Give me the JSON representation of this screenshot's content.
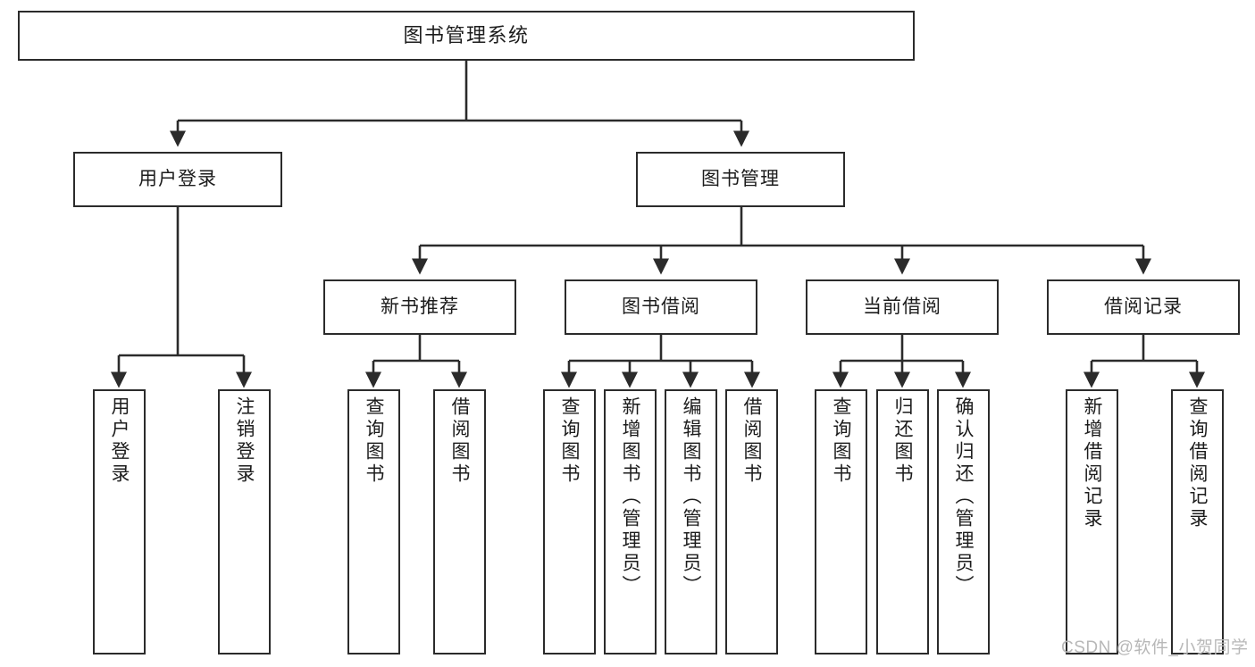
{
  "diagram": {
    "title": "图书管理系统",
    "type": "tree-hierarchy-chart",
    "stroke_color": "#2b2b2b",
    "fill_color": "#ffffff",
    "text_color": "#1c1c1c",
    "root": {
      "id": "root",
      "label": "图书管理系统"
    },
    "level2": [
      {
        "id": "login",
        "label": "用户登录"
      },
      {
        "id": "bookmgmt",
        "label": "图书管理"
      }
    ],
    "level3": [
      {
        "id": "newbook",
        "label": "新书推荐"
      },
      {
        "id": "borrow",
        "label": "图书借阅"
      },
      {
        "id": "current",
        "label": "当前借阅"
      },
      {
        "id": "records",
        "label": "借阅记录"
      }
    ],
    "leaves": {
      "login": [
        {
          "id": "leaf-user-login",
          "label": "用户登录"
        },
        {
          "id": "leaf-user-logout",
          "label": "注销登录"
        }
      ],
      "newbook": [
        {
          "id": "leaf-query-book-1",
          "label": "查询图书"
        },
        {
          "id": "leaf-borrow-book-1",
          "label": "借阅图书"
        }
      ],
      "borrow": [
        {
          "id": "leaf-query-book-2",
          "label": "查询图书"
        },
        {
          "id": "leaf-add-book",
          "label": "新增图书（管理员）"
        },
        {
          "id": "leaf-edit-book",
          "label": "编辑图书（管理员）"
        },
        {
          "id": "leaf-borrow-book-2",
          "label": "借阅图书"
        }
      ],
      "current": [
        {
          "id": "leaf-query-book-3",
          "label": "查询图书"
        },
        {
          "id": "leaf-return-book",
          "label": "归还图书"
        },
        {
          "id": "leaf-confirm-return",
          "label": "确认归还（管理员）"
        }
      ],
      "records": [
        {
          "id": "leaf-add-record",
          "label": "新增借阅记录"
        },
        {
          "id": "leaf-query-record",
          "label": "查询借阅记录"
        }
      ]
    }
  },
  "watermark": {
    "text": "CSDN @软件_小贺同学"
  }
}
